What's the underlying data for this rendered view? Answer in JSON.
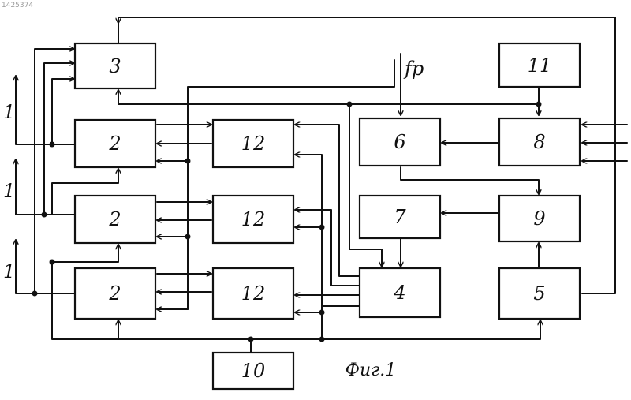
{
  "document_id": "1425374",
  "caption": "Фиг.1",
  "input_label": "fp",
  "blocks": {
    "b3": "3",
    "b11": "11",
    "b2a": "2",
    "b2b": "2",
    "b2c": "2",
    "b12a": "12",
    "b12b": "12",
    "b12c": "12",
    "b6": "6",
    "b8": "8",
    "b7": "7",
    "b9": "9",
    "b4": "4",
    "b5": "5",
    "b10": "10"
  },
  "outputs": [
    "1",
    "1",
    "1"
  ]
}
